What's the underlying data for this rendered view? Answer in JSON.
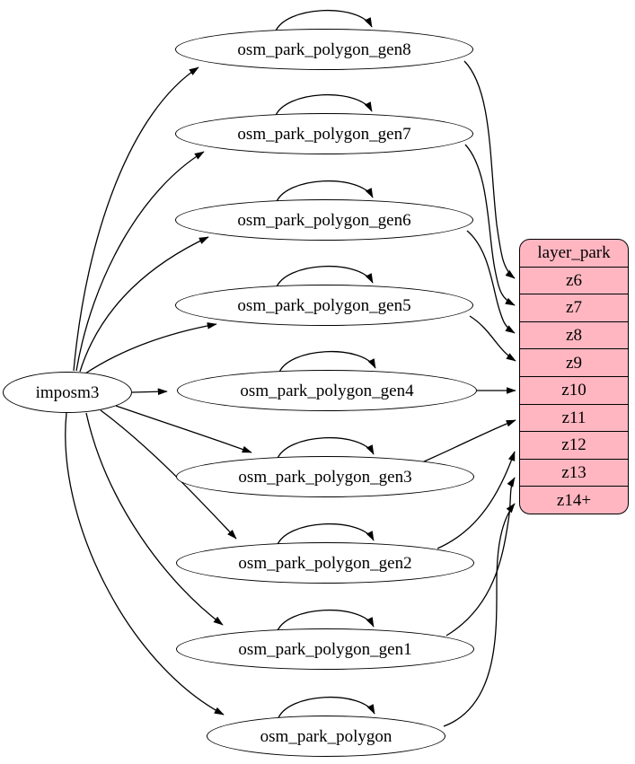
{
  "diagram": {
    "background": "#ffffff",
    "edge_color": "#000000",
    "node_style": {
      "fill": "#ffffff",
      "border": "#000000"
    },
    "imposm3": {
      "label": "imposm3"
    },
    "nodes": [
      {
        "label": "osm_park_polygon_gen8"
      },
      {
        "label": "osm_park_polygon_gen7"
      },
      {
        "label": "osm_park_polygon_gen6"
      },
      {
        "label": "osm_park_polygon_gen5"
      },
      {
        "label": "osm_park_polygon_gen4"
      },
      {
        "label": "osm_park_polygon_gen3"
      },
      {
        "label": "osm_park_polygon_gen2"
      },
      {
        "label": "osm_park_polygon_gen1"
      },
      {
        "label": "osm_park_polygon"
      }
    ],
    "table": {
      "title": "layer_park",
      "fill": "#ffb6c1",
      "border": "#000000",
      "rows": [
        "z6",
        "z7",
        "z8",
        "z9",
        "z10",
        "z11",
        "z12",
        "z13",
        "z14+"
      ]
    },
    "edges": [
      {
        "from": "imposm3",
        "to": "osm_park_polygon_gen8"
      },
      {
        "from": "imposm3",
        "to": "osm_park_polygon_gen7"
      },
      {
        "from": "imposm3",
        "to": "osm_park_polygon_gen6"
      },
      {
        "from": "imposm3",
        "to": "osm_park_polygon_gen5"
      },
      {
        "from": "imposm3",
        "to": "osm_park_polygon_gen4"
      },
      {
        "from": "imposm3",
        "to": "osm_park_polygon_gen3"
      },
      {
        "from": "imposm3",
        "to": "osm_park_polygon_gen2"
      },
      {
        "from": "imposm3",
        "to": "osm_park_polygon_gen1"
      },
      {
        "from": "imposm3",
        "to": "osm_park_polygon"
      },
      {
        "from": "osm_park_polygon_gen8",
        "to": "osm_park_polygon_gen8",
        "type": "self-loop"
      },
      {
        "from": "osm_park_polygon_gen7",
        "to": "osm_park_polygon_gen7",
        "type": "self-loop"
      },
      {
        "from": "osm_park_polygon_gen6",
        "to": "osm_park_polygon_gen6",
        "type": "self-loop"
      },
      {
        "from": "osm_park_polygon_gen5",
        "to": "osm_park_polygon_gen5",
        "type": "self-loop"
      },
      {
        "from": "osm_park_polygon_gen4",
        "to": "osm_park_polygon_gen4",
        "type": "self-loop"
      },
      {
        "from": "osm_park_polygon_gen3",
        "to": "osm_park_polygon_gen3",
        "type": "self-loop"
      },
      {
        "from": "osm_park_polygon_gen2",
        "to": "osm_park_polygon_gen2",
        "type": "self-loop"
      },
      {
        "from": "osm_park_polygon_gen1",
        "to": "osm_park_polygon_gen1",
        "type": "self-loop"
      },
      {
        "from": "osm_park_polygon",
        "to": "osm_park_polygon",
        "type": "self-loop"
      },
      {
        "from": "osm_park_polygon_gen8",
        "to": "layer_park.z6"
      },
      {
        "from": "osm_park_polygon_gen7",
        "to": "layer_park.z7"
      },
      {
        "from": "osm_park_polygon_gen6",
        "to": "layer_park.z8"
      },
      {
        "from": "osm_park_polygon_gen5",
        "to": "layer_park.z9"
      },
      {
        "from": "osm_park_polygon_gen4",
        "to": "layer_park.z10"
      },
      {
        "from": "osm_park_polygon_gen3",
        "to": "layer_park.z11"
      },
      {
        "from": "osm_park_polygon_gen2",
        "to": "layer_park.z12"
      },
      {
        "from": "osm_park_polygon_gen1",
        "to": "layer_park.z13"
      },
      {
        "from": "osm_park_polygon",
        "to": "layer_park.z14+"
      }
    ]
  }
}
